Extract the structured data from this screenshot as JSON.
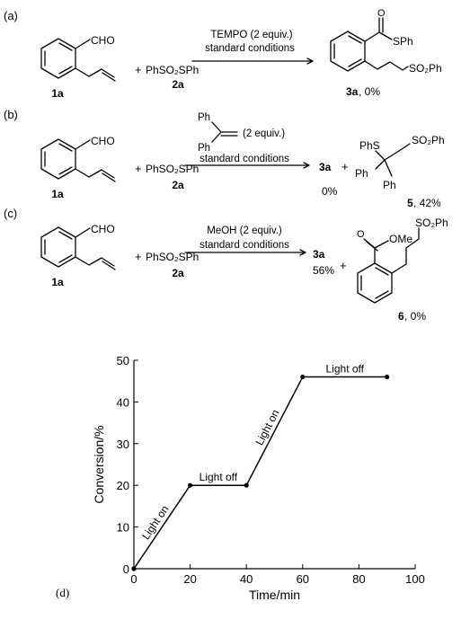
{
  "scheme_a": {
    "label": "(a)",
    "sm_group": "CHO",
    "sm_id": "1a",
    "plus1": "+",
    "reagent": "PhSO₂SPh",
    "reagent_id": "2a",
    "cond1": "TEMPO (2 equiv.)",
    "cond2": "standard conditions",
    "prod_o": "O",
    "prod_sph": "SPh",
    "prod_so2ph": "SO₂Ph",
    "prod_id": "3a",
    "prod_yield": ", 0%"
  },
  "scheme_b": {
    "label": "(b)",
    "sm_group": "CHO",
    "sm_id": "1a",
    "plus1": "+",
    "reagent": "PhSO₂SPh",
    "reagent_id": "2a",
    "additive_ph1": "Ph",
    "additive_ph2": "Ph",
    "additive_equiv": "(2 equiv.)",
    "cond": "standard conditions",
    "prod1_id": "3a",
    "prod1_yield": "0%",
    "plus2": "+",
    "prod2_phs": "PhS",
    "prod2_so2ph": "SO₂Ph",
    "prod2_ph1": "Ph",
    "prod2_ph2": "Ph",
    "prod2_id": "5",
    "prod2_yield": ", 42%"
  },
  "scheme_c": {
    "label": "(c)",
    "sm_group": "CHO",
    "sm_id": "1a",
    "plus1": "+",
    "reagent": "PhSO₂SPh",
    "reagent_id": "2a",
    "cond1": "MeOH (2 equiv.)",
    "cond2": "standard conditions",
    "prod1_id": "3a",
    "prod1_yield": "56%",
    "plus2": "+",
    "prod2_o": "O",
    "prod2_ome": "OMe",
    "prod2_so2ph": "SO₂Ph",
    "prod2_id": "6",
    "prod2_yield": ", 0%"
  },
  "panel_d": {
    "label": "(d)"
  },
  "chart_data": {
    "type": "line",
    "x": [
      0,
      20,
      40,
      60,
      90
    ],
    "y": [
      0,
      20,
      20,
      46,
      46
    ],
    "xlabel": "Time/min",
    "ylabel": "Conversion/%",
    "xlim": [
      0,
      100
    ],
    "ylim": [
      0,
      50
    ],
    "xticks": [
      0,
      20,
      40,
      60,
      80,
      100
    ],
    "yticks": [
      0,
      10,
      20,
      30,
      40,
      50
    ],
    "grid": false,
    "annotations": [
      {
        "text": "Light on",
        "x0": 0,
        "y0": 0,
        "x1": 20,
        "y1": 20
      },
      {
        "text": "Light off",
        "x0": 20,
        "y0": 20,
        "x1": 40,
        "y1": 20
      },
      {
        "text": "Light on",
        "x0": 40,
        "y0": 20,
        "x1": 60,
        "y1": 46
      },
      {
        "text": "Light off",
        "x0": 60,
        "y0": 46,
        "x1": 90,
        "y1": 46
      }
    ]
  }
}
